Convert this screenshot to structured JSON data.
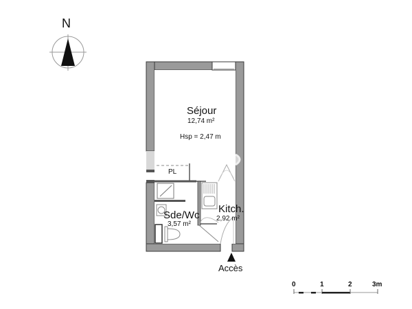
{
  "compass": {
    "letter": "N"
  },
  "rooms": [
    {
      "name": "Séjour",
      "area": "12,74 m²",
      "height_note": "Hsp = 2,47 m"
    },
    {
      "name": "Sde/Wc",
      "area": "3,57 m²"
    },
    {
      "name": "Kitch.",
      "area": "2,92 m²"
    }
  ],
  "fixtures": {
    "closet_label": "PL"
  },
  "entrance": {
    "label": "Accès"
  },
  "scale_bar": {
    "ticks": [
      "0",
      "1",
      "2",
      "3m"
    ]
  },
  "colors": {
    "wall": "#9a9a9a",
    "wall_outline": "#3a3a3a",
    "wall_light": "#d8d8d8",
    "fixture_line": "#777777"
  }
}
